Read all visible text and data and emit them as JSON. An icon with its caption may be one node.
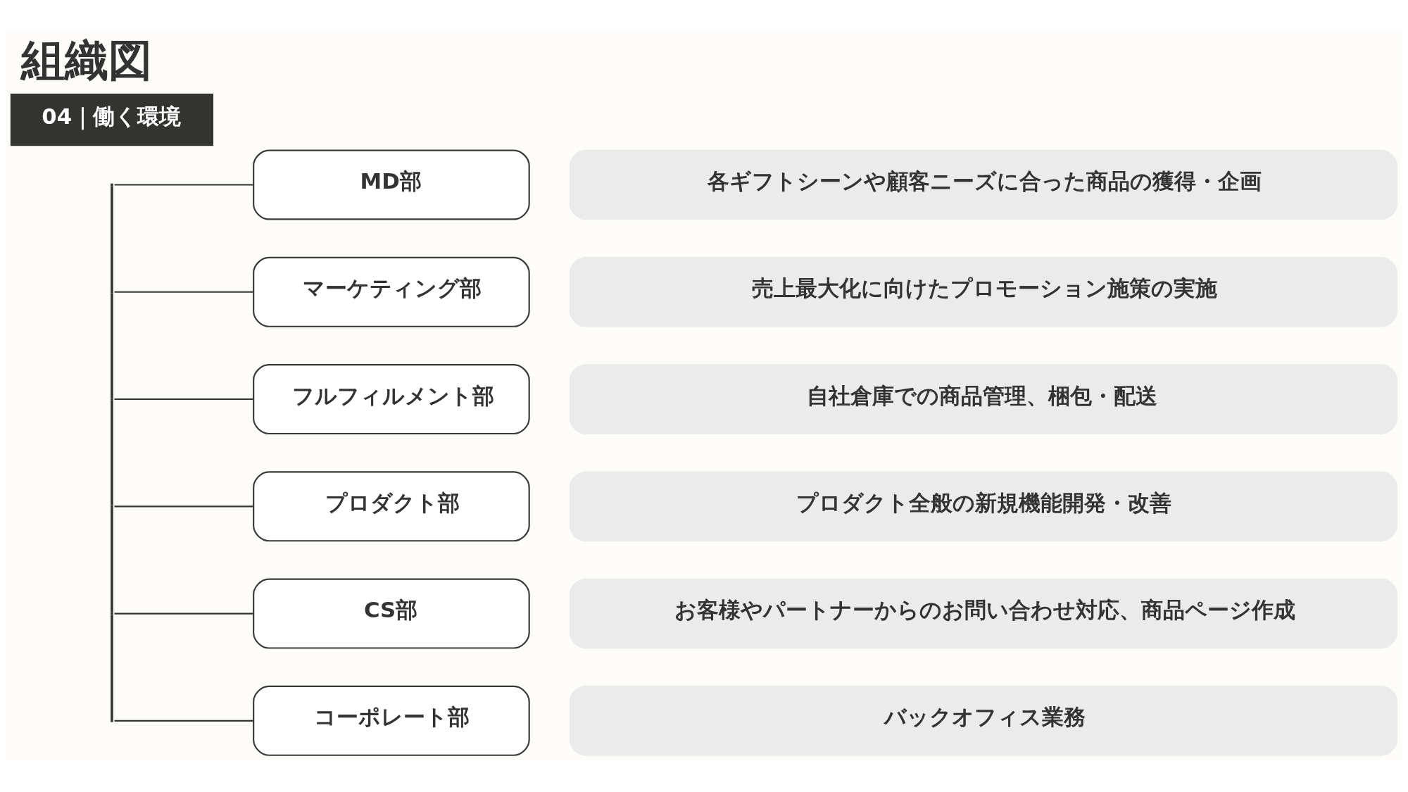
{
  "diagram": {
    "title": "組織図",
    "nodes": [
      {
        "text": [
          "04｜働く環境"
        ]
      },
      {
        "text": [],
        "shape": "bar"
      },
      {
        "text": [
          "MD部"
        ]
      },
      {
        "text": [
          "各ギフトシーンや顧客ニーズに合った商品の獲得・企画"
        ]
      },
      {
        "text": [
          "マーケティング部"
        ]
      },
      {
        "text": [
          "売上最大化に向けたプロモーション施策の実施"
        ]
      },
      {
        "text": [
          "フルフィルメント部"
        ]
      },
      {
        "text": [
          "自社倉庫での商品管理、梱包・配送"
        ]
      },
      {
        "text": [
          "プロダクト部"
        ]
      },
      {
        "text": [
          "プロダクト全般の新規機能開発・改善"
        ]
      },
      {
        "text": [
          "CS部"
        ]
      },
      {
        "text": [
          "お客様やパートナーからのお問い合わせ対応、商品ページ作成"
        ]
      },
      {
        "text": [
          "コーポレート部"
        ]
      },
      {
        "text": [
          "バックオフィス業務"
        ]
      }
    ],
    "edges": [
      {
        "from": 1,
        "to": 2,
        "arrow": "none"
      },
      {
        "from": 1,
        "to": 4,
        "arrow": "none"
      },
      {
        "from": 1,
        "to": 6,
        "arrow": "none"
      },
      {
        "from": 1,
        "to": 8,
        "arrow": "none"
      },
      {
        "from": 1,
        "to": 10,
        "arrow": "none"
      },
      {
        "from": 1,
        "to": 12,
        "arrow": "none"
      }
    ]
  }
}
